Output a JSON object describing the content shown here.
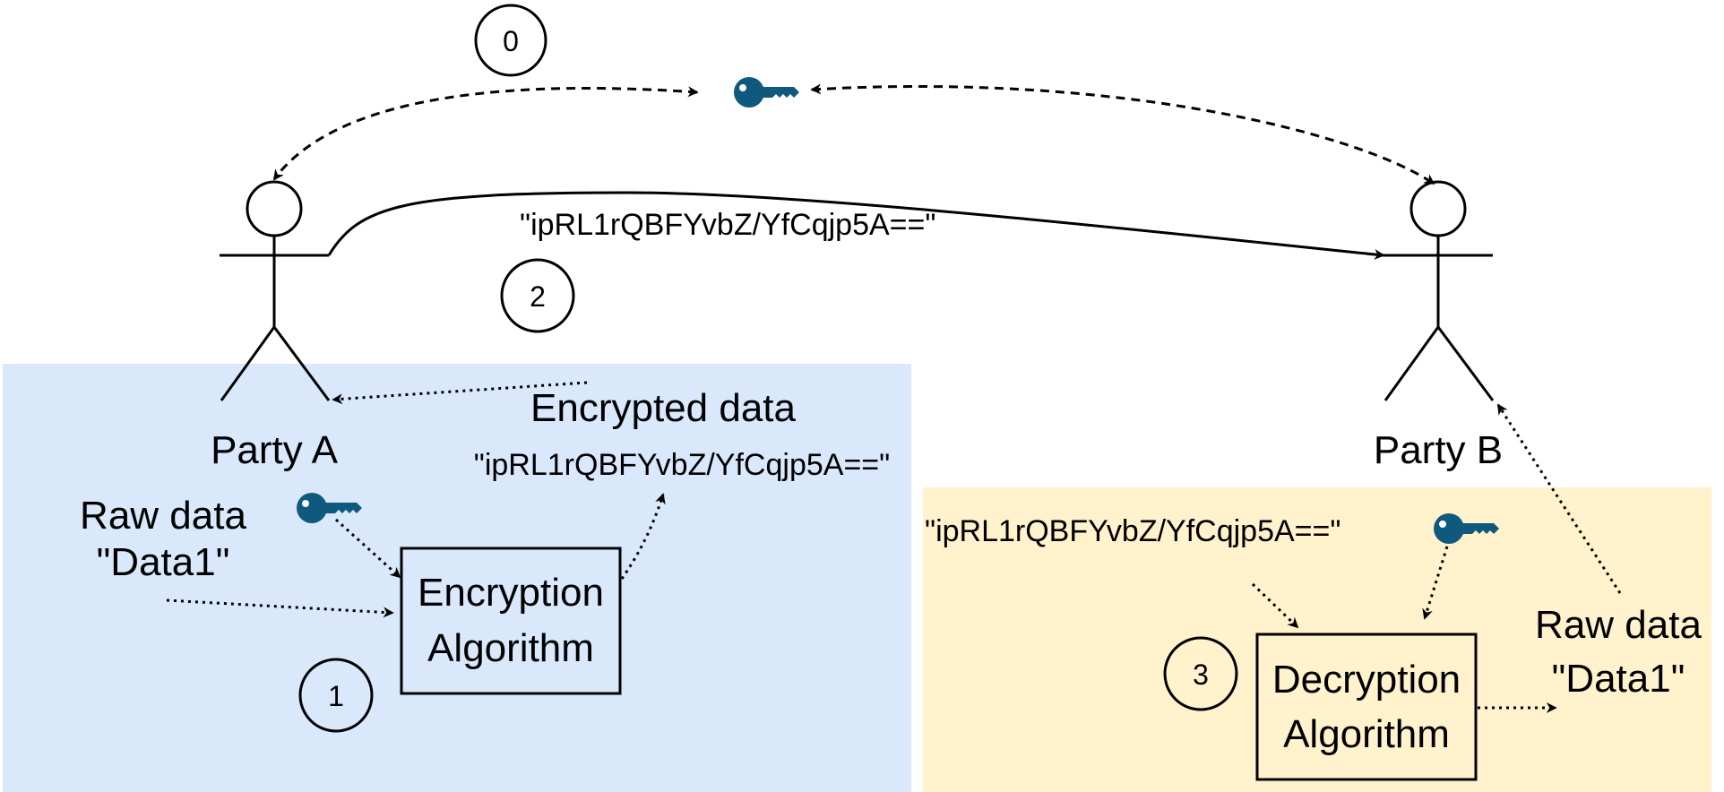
{
  "colors": {
    "encrypt_region": "#dae8fc",
    "decrypt_region": "#fff2cc",
    "key": "#10597e",
    "line": "#000000"
  },
  "icons": {
    "key": "key-icon",
    "person": "stick-figure-icon"
  },
  "steps": {
    "s0": "0",
    "s1": "1",
    "s2": "2",
    "s3": "3"
  },
  "party_a": {
    "label": "Party A"
  },
  "party_b": {
    "label": "Party B"
  },
  "transmission": {
    "ciphertext": "\"ipRL1rQBFYvbZ/YfCqjp5A==\""
  },
  "encryption": {
    "raw_label_line1": "Raw data",
    "raw_label_line2": "\"Data1\"",
    "box_line1": "Encryption",
    "box_line2": "Algorithm",
    "output_title": "Encrypted data",
    "output_value": "\"ipRL1rQBFYvbZ/YfCqjp5A==\""
  },
  "decryption": {
    "input_value": "\"ipRL1rQBFYvbZ/YfCqjp5A==\"",
    "box_line1": "Decryption",
    "box_line2": "Algorithm",
    "raw_label_line1": "Raw data",
    "raw_label_line2": "\"Data1\""
  }
}
